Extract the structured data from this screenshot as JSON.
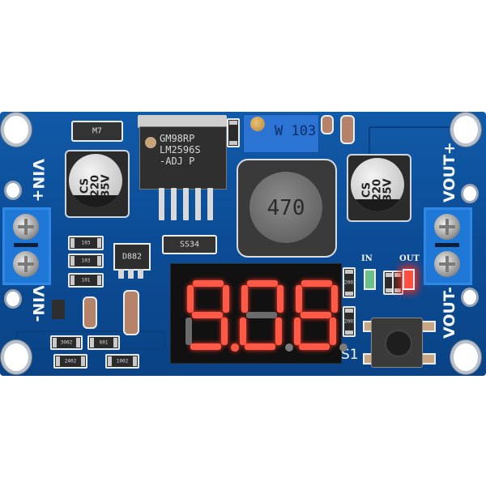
{
  "board": {
    "description": "LM2596 DC-DC buck converter module with 3-digit LED voltmeter",
    "pcb_color": "#0e4f99",
    "silkscreen_color": "#f3f6fa"
  },
  "labels": {
    "vin_plus": "VIN+",
    "vin_minus": "VIN-",
    "vout_plus": "VOUT+",
    "vout_minus": "VOUT-",
    "led_in": "IN",
    "led_out": "OUT",
    "switch": "S1"
  },
  "components": {
    "regulator_ic": {
      "line1": "GM98RP",
      "line2": "LM2596S",
      "line3": "-ADJ  P"
    },
    "potentiometer": {
      "marking": "W 103"
    },
    "inductor": {
      "marking": "470"
    },
    "input_capacitor": {
      "line1": "CS",
      "line2": "220",
      "line3": "35V"
    },
    "output_capacitor": {
      "line1": "CS",
      "line2": "220",
      "line3": "35V"
    },
    "diode_m7": {
      "marking": "M7"
    },
    "schottky_diode": {
      "marking": "SS34"
    },
    "transistor": {
      "marking": "D882"
    },
    "resistors": [
      "103",
      "103",
      "101",
      "3002",
      "601",
      "2402",
      "1002",
      "2002",
      "2002",
      "3002"
    ]
  },
  "display": {
    "color_on": "#ff5a47",
    "color_off": "#7b7b7b",
    "digits": [
      {
        "segments": {
          "a": true,
          "b": true,
          "c": true,
          "d": true,
          "e": false,
          "f": true,
          "g": true
        },
        "dp": true
      },
      {
        "segments": {
          "a": true,
          "b": true,
          "c": true,
          "d": true,
          "e": true,
          "f": true,
          "g": false
        },
        "dp": false
      },
      {
        "segments": {
          "a": true,
          "b": true,
          "c": true,
          "d": true,
          "e": true,
          "f": true,
          "g": true
        },
        "dp": false
      }
    ]
  },
  "leds": {
    "in": {
      "state": "off"
    },
    "out": {
      "state": "on",
      "color": "#ff3b2a"
    }
  }
}
